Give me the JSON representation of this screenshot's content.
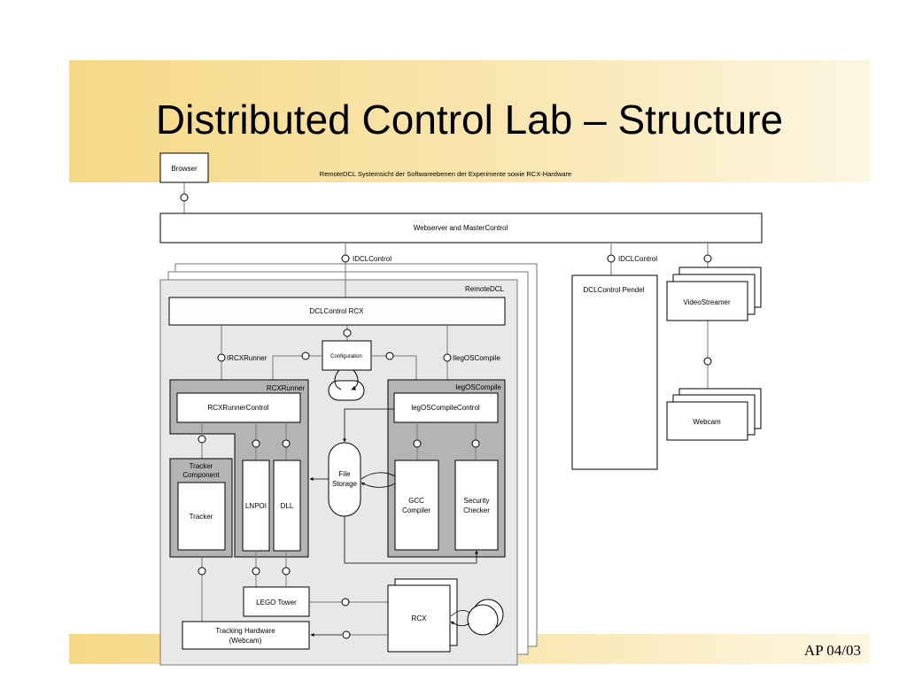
{
  "slide": {
    "title": "Distributed Control Lab – Structure",
    "footer": "AP 04/03"
  },
  "diagram": {
    "caption": "RemoteDCL Systemsicht der Softwareebenen der Experimente sowie RCX-Hardware",
    "browser": "Browser",
    "webserver": "Webserver and MasterControl",
    "idcl_control_left": "IDCLControl",
    "idcl_control_right": "IDCLControl",
    "remote_dcl": "RemoteDCL",
    "dcl_control_rcx": "DCLControl RCX",
    "dcl_control_pendel": "DCLControl Pendel",
    "video_streamer": "VideoStreamer",
    "webcam": "Webcam",
    "ircx_runner": "IRCXRunner",
    "ileg_os_compile": "IlegOSCompile",
    "configuration": "Configuration",
    "rcx_runner": "RCXRunner",
    "leg_os_compile": "legOSCompile",
    "rcx_runner_control": "RCXRunnerControl",
    "leg_os_compile_control": "legOSCompileControl",
    "tracker_component_line1": "Tracker",
    "tracker_component_line2": "Component",
    "tracker": "Tracker",
    "lnpoi": "LNPOI",
    "dll": "DLL",
    "file_storage_line1": "File",
    "file_storage_line2": "Storage",
    "gcc_compiler_line1": "GCC",
    "gcc_compiler_line2": "Compiler",
    "security_checker_line1": "Security",
    "security_checker_line2": "Checker",
    "lego_tower": "LEGO Tower",
    "rcx": "RCX",
    "tracking_hardware_line1": "Tracking Hardware",
    "tracking_hardware_line2": "(Webcam)"
  },
  "colors": {
    "band_start": "#f6d987",
    "band_end": "#fdf6e1",
    "panel_fill": "#e8e8e8",
    "group_fill": "#b4b4b4"
  }
}
